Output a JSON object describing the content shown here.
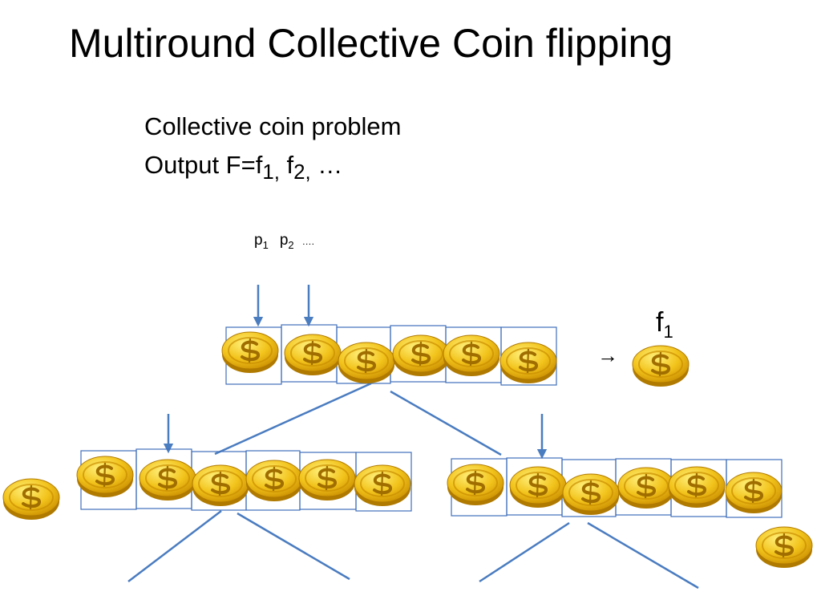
{
  "slide": {
    "title": "Multiround Collective Coin flipping",
    "bullets": [
      {
        "text": "Collective coin problem"
      },
      {
        "prefix": "Output F=f",
        "sub1": "1,",
        "mid": " f",
        "sub2": "2,",
        "suffix": " …"
      }
    ]
  },
  "players": [
    {
      "name": "p",
      "sub": "1"
    },
    {
      "name": "p",
      "sub": "2"
    }
  ],
  "players_ellipsis": "….",
  "output": {
    "name": "f",
    "sub": "1",
    "arrow": "→"
  },
  "colors": {
    "coin_light": "#fff07a",
    "coin_mid": "#f2c31b",
    "coin_dark": "#c98d00",
    "coin_edge": "#b07a00",
    "box_border": "#3f6fba",
    "connector": "#4a7cc0",
    "text": "#000000"
  },
  "icons": [
    "coin-icon",
    "down-arrow-icon",
    "right-arrow-icon"
  ]
}
